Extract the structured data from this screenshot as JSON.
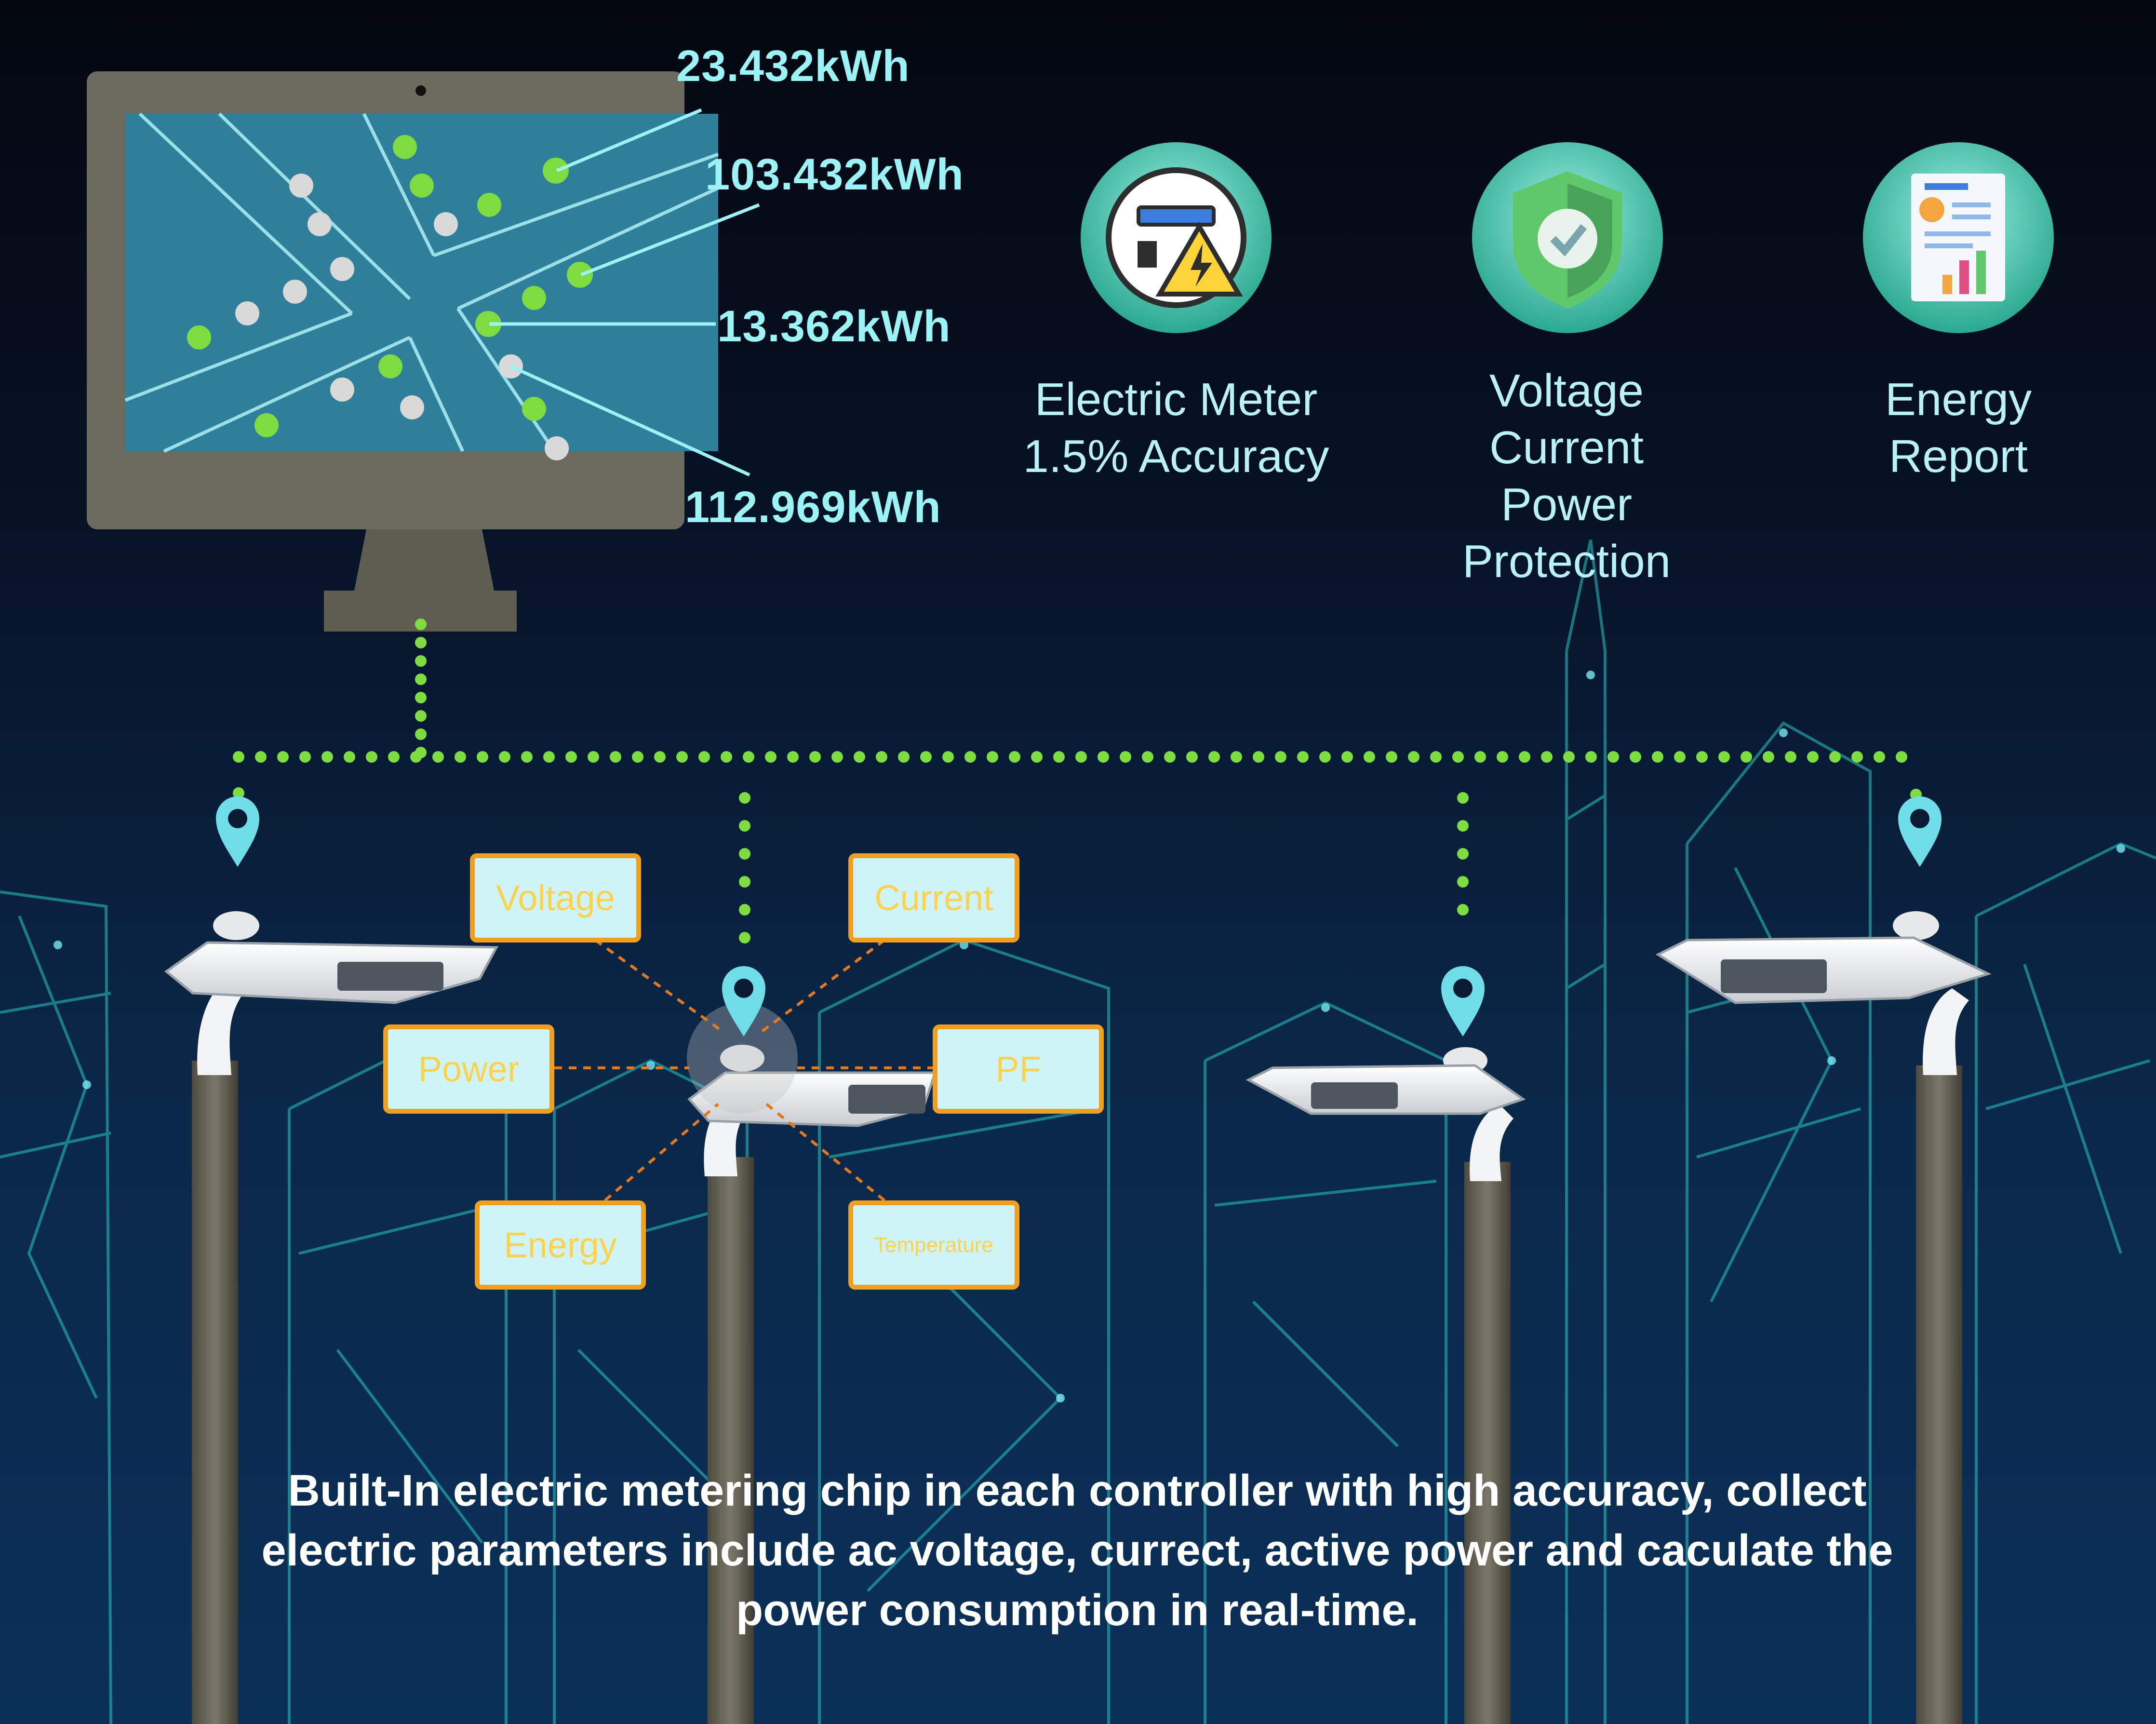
{
  "monitor": {
    "readings": [
      "23.432kWh",
      "103.432kWh",
      "13.362kWh",
      "112.969kWh"
    ]
  },
  "features": [
    {
      "icon": "electric-meter-icon",
      "lines": [
        "Electric Meter",
        "1.5% Accuracy"
      ]
    },
    {
      "icon": "shield-check-icon",
      "lines": [
        "Voltage",
        "Current",
        "Power",
        "Protection"
      ]
    },
    {
      "icon": "report-icon",
      "lines": [
        "Energy",
        "Report"
      ]
    }
  ],
  "parameters": {
    "voltage": "Voltage",
    "current": "Current",
    "power": "Power",
    "pf": "PF",
    "energy": "Energy",
    "temperature": "Temperature"
  },
  "caption": {
    "line1": "Built-In electric metering chip in each controller with high accuracy, collect",
    "line2": "electric parameters include ac voltage, currect, active power and caculate the",
    "line3": "power consumption in real-time."
  },
  "colors": {
    "node_green": "#7ddc3f",
    "node_gray": "#d9d9d9",
    "accent_cyan": "#9cf3f6",
    "box_border": "#f0a020",
    "box_text": "#ffd24d",
    "pin": "#6fdde8"
  }
}
